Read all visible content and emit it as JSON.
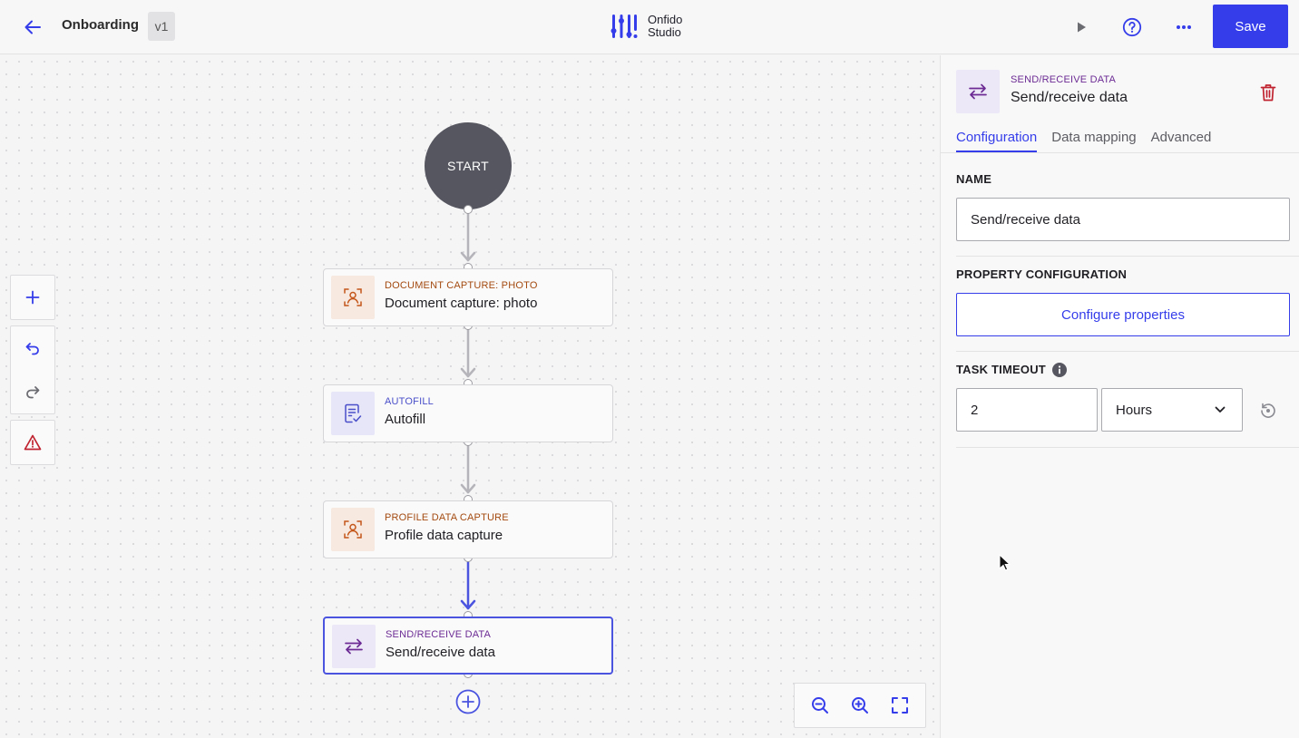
{
  "header": {
    "title": "Onboarding",
    "version": "v1",
    "logo_line1": "Onfido",
    "logo_line2": "Studio",
    "save_label": "Save",
    "accent_color": "#353dea"
  },
  "canvas": {
    "start_label": "START",
    "nodes": [
      {
        "type": "DOCUMENT CAPTURE: PHOTO",
        "name": "Document capture: photo",
        "icon": "face-scan-icon",
        "type_color": "#a34a10",
        "icon_bg": "#f7e9df"
      },
      {
        "type": "AUTOFILL",
        "name": "Autofill",
        "icon": "form-check-icon",
        "type_color": "#4a4fc9",
        "icon_bg": "#e6e6f8"
      },
      {
        "type": "PROFILE DATA CAPTURE",
        "name": "Profile data capture",
        "icon": "face-scan-icon",
        "type_color": "#a34a10",
        "icon_bg": "#f7e9df"
      },
      {
        "type": "SEND/RECEIVE DATA",
        "name": "Send/receive data",
        "icon": "arrows-swap-icon",
        "type_color": "#6c2b94",
        "icon_bg": "#ece8f7",
        "selected": true
      }
    ],
    "toolbar": [
      "add-icon",
      "undo-icon",
      "redo-icon",
      "warning-icon"
    ],
    "zoom": [
      "zoom-out-icon",
      "zoom-in-icon",
      "fit-screen-icon"
    ]
  },
  "panel": {
    "type": "SEND/RECEIVE DATA",
    "name": "Send/receive data",
    "tabs": [
      "Configuration",
      "Data mapping",
      "Advanced"
    ],
    "active_tab": "Configuration",
    "name_label": "NAME",
    "name_value": "Send/receive data",
    "property_label": "PROPERTY CONFIGURATION",
    "configure_button": "Configure properties",
    "timeout_label": "TASK TIMEOUT",
    "timeout_value": "2",
    "timeout_unit": "Hours"
  }
}
